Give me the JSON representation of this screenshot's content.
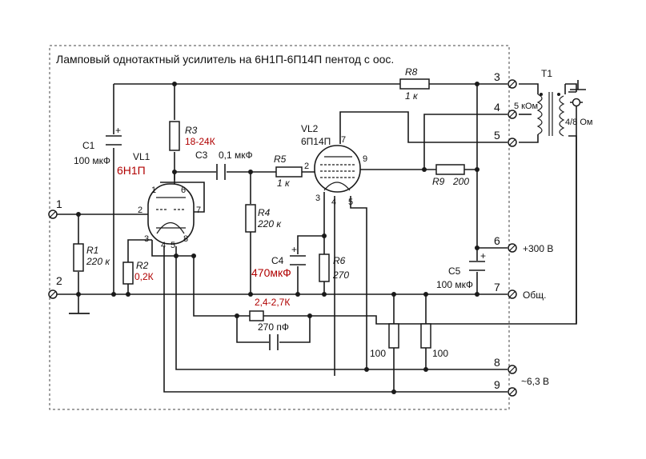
{
  "title": "Ламповый однотактный усилитель на  6Н1П-6П14П пентод с оос.",
  "components": {
    "c1": {
      "name": "C1",
      "value": "100 мкФ"
    },
    "vl1": {
      "name": "VL1",
      "type": "6Н1П"
    },
    "r1": {
      "name": "R1",
      "value": "220 к"
    },
    "r2": {
      "name": "R2",
      "value": "0,2К"
    },
    "r3": {
      "name": "R3",
      "value": "18-24К"
    },
    "c3": {
      "name": "C3",
      "value": "0,1 мкФ"
    },
    "r4": {
      "name": "R4",
      "value": "220 к"
    },
    "r5": {
      "name": "R5",
      "value": "1 к"
    },
    "c4": {
      "name": "C4",
      "value": "470мкФ"
    },
    "r6": {
      "name": "R6",
      "value": "270"
    },
    "vl2": {
      "name": "VL2",
      "type": "6П14П"
    },
    "r8": {
      "name": "R8",
      "value": "1 к"
    },
    "r9": {
      "name": "R9",
      "value": "200"
    },
    "c5": {
      "name": "C5",
      "value": "100 мкФ"
    },
    "t1": {
      "name": "T1",
      "primary": "5 кОм",
      "secondary": "4/8 Ом"
    },
    "fb_res": {
      "value": "2,4-2,7К"
    },
    "fb_cap": {
      "value": "270 пФ"
    },
    "rh1": {
      "value": "100"
    },
    "rh2": {
      "value": "100"
    }
  },
  "vl1_pins": [
    "1",
    "2",
    "3",
    "4",
    "5",
    "6",
    "7",
    "8"
  ],
  "vl2_pins": [
    "2",
    "3",
    "4",
    "5",
    "7",
    "9"
  ],
  "terminals": {
    "t1": "1",
    "t2": "2",
    "t3": "3",
    "t4": "4",
    "t5": "5",
    "t6": "6",
    "t7": "7",
    "t8": "8",
    "t9": "9"
  },
  "labels": {
    "supply": "+300 В",
    "ground": "Общ.",
    "heater": "~6,3 В"
  },
  "polarity": "+"
}
